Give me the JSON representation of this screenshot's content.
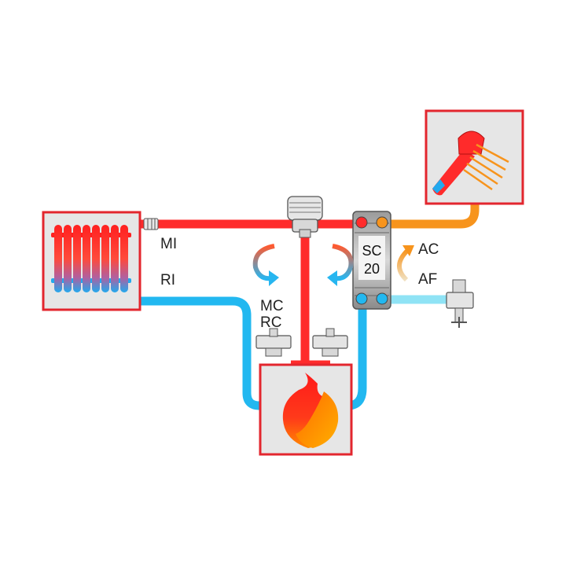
{
  "labels": {
    "mi": "MI",
    "ri": "RI",
    "mc": "MC",
    "rc": "RC",
    "ac": "AC",
    "af": "AF",
    "sc_top": "SC",
    "sc_bottom": "20"
  },
  "colors": {
    "hot_pipe": "#ff2b2b",
    "cold_pipe": "#22b8f0",
    "dhw_hot_pipe": "#f7941d",
    "cold_water_pipe": "#8fe3f5",
    "box_border": "#e3262e",
    "box_fill": "#e6e6e6",
    "valve_body": "#e4e4e4"
  },
  "icons": {
    "radiator": "radiator-icon",
    "shower": "shower-icon",
    "boiler": "flame-icon",
    "pump": "circulation-pump-icon",
    "heat_exchanger": "plate-heat-exchanger-icon"
  }
}
